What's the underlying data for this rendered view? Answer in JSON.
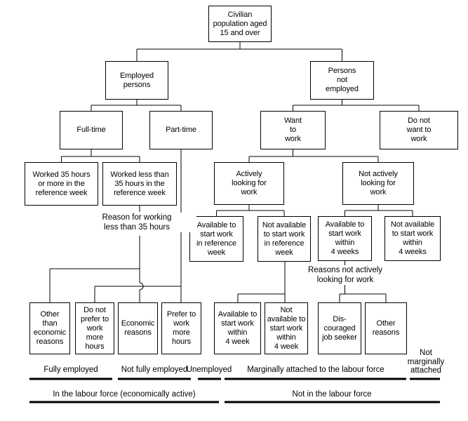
{
  "chart_title": "Labour force framework flowchart",
  "colors": {
    "line": "#000000",
    "text": "#000000",
    "background": "#ffffff"
  },
  "nodes": {
    "civilian": "Civilian\npopulation aged\n15 and over",
    "employed": "Employed\npersons",
    "not_employed": "Persons\nnot\nemployed",
    "full_time": "Full-time",
    "part_time": "Part-time",
    "want_work": "Want\nto\nwork",
    "do_not_want": "Do not\nwant to\nwork",
    "worked_35": "Worked 35 hours\nor more in the\nreference week",
    "worked_less": "Worked less than\n35 hours in the\nreference week",
    "actively": "Actively\nlooking for\nwork",
    "not_actively": "Not actively\nlooking for\nwork",
    "avail_ref": "Available to\nstart work\nin reference\nweek",
    "not_avail_ref": "Not available\nto start work\nin reference\nweek",
    "avail_4weeks": "Available to\nstart work\nwithin\n4 weeks",
    "not_avail_4weeks": "Not available\nto start work\nwithin\n4 weeks",
    "other_econ": "Other\nthan\neconomic\nreasons",
    "not_prefer": "Do not\nprefer to\nwork\nmore\nhours",
    "econ_reasons": "Economic\nreasons",
    "prefer_more": "Prefer to\nwork\nmore\nhours",
    "avail_4week": "Available to\nstart work\nwithin\n4 week",
    "not_avail_4week": "Not\navailable to\nstart work\nwithin\n4 week",
    "discouraged": "Dis-\ncouraged\njob seeker",
    "other_reasons": "Other\nreasons"
  },
  "annotations": {
    "reason_lt35": "Reason for working\nless than 35 hours",
    "reasons_not_active": "Reasons not actively\nlooking for work"
  },
  "category_labels": {
    "fully_employed": "Fully employed",
    "not_fully_employed": "Not fully employed",
    "unemployed": "Unemployed",
    "marginally_attached": "Marginally attached to the labour force",
    "not_marginally_attached": "Not\nmarginally\nattached",
    "in_labour_force": "In the labour force (economically active)",
    "not_in_labour_force": "Not in the labour force"
  }
}
